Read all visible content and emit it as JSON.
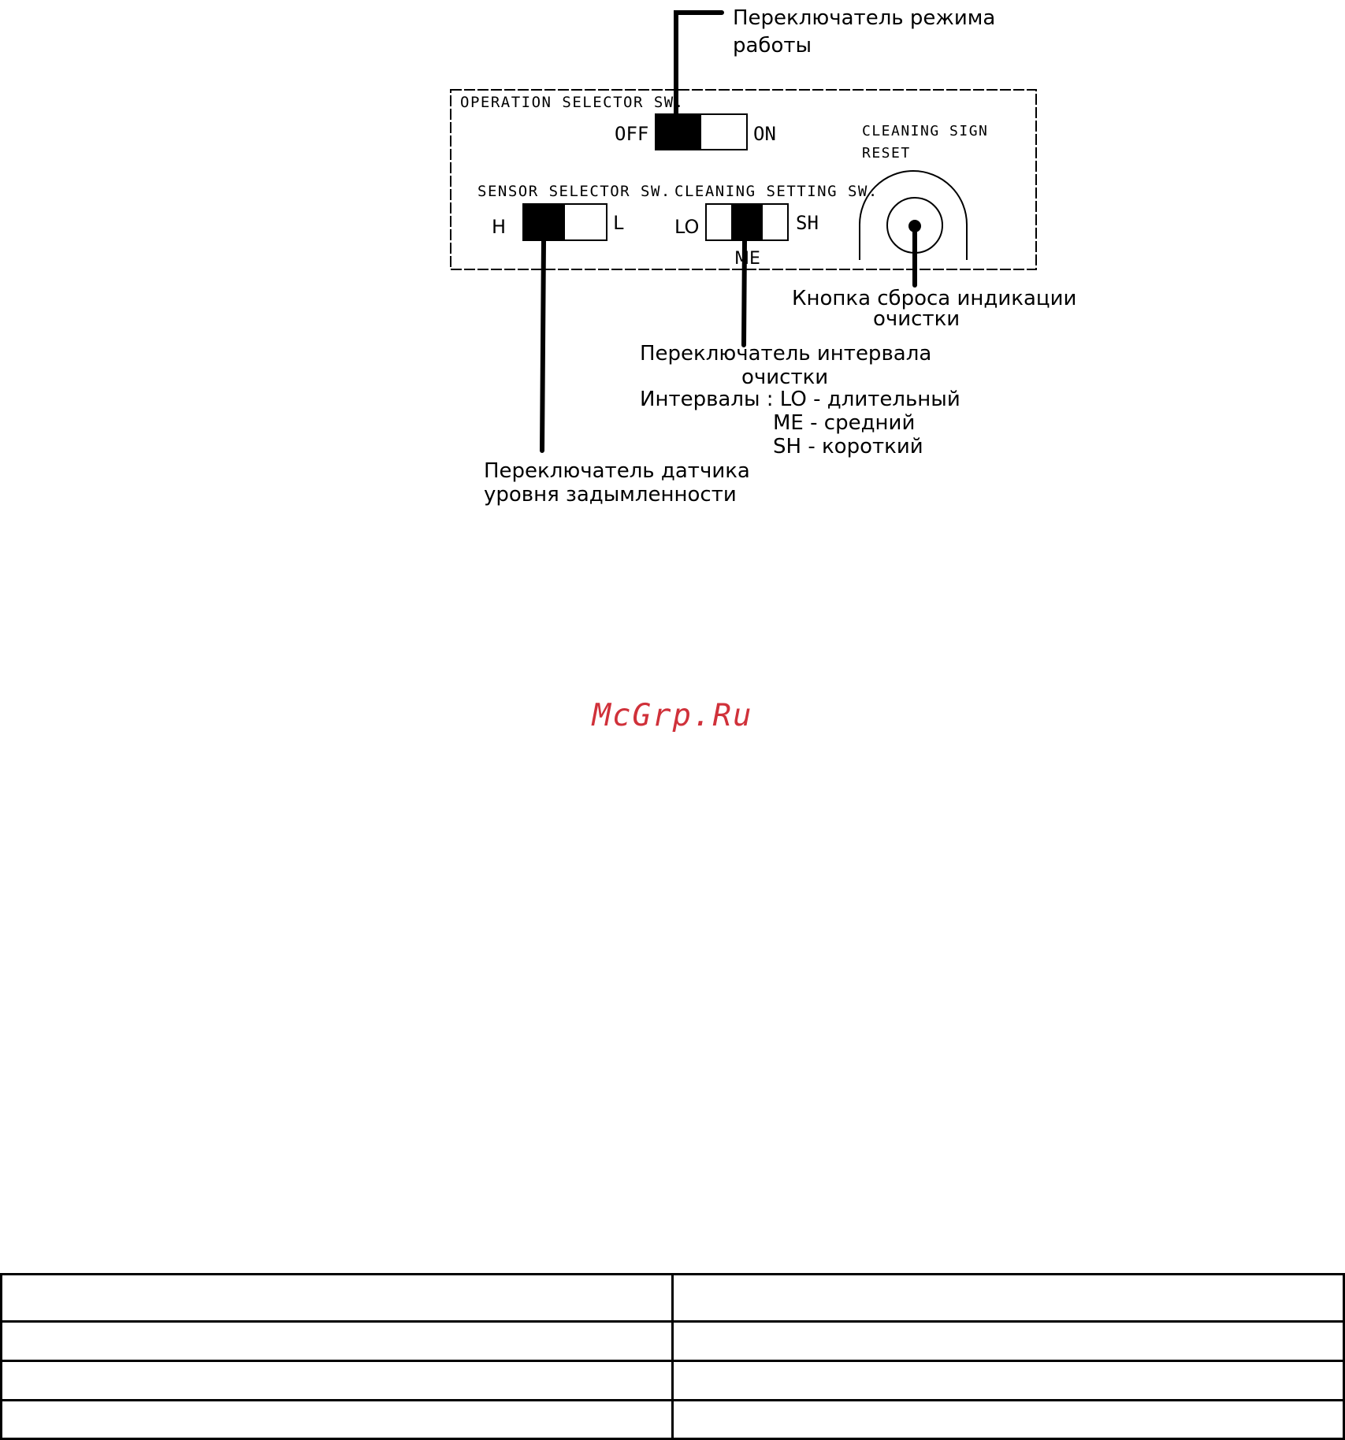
{
  "panel": {
    "operation_label": "OPERATION SELECTOR SW.",
    "off": "OFF",
    "on": "ON",
    "cleaning_sign_line1": "CLEANING SIGN",
    "cleaning_sign_line2": "RESET",
    "sensor_label": "SENSOR SELECTOR SW.",
    "sensor_h": "H",
    "sensor_l": "L",
    "cleaning_setting_label": "CLEANING SETTING SW.",
    "cleaning_lo": "LO",
    "cleaning_sh": "SH",
    "cleaning_me": "ME"
  },
  "annotations": {
    "mode_switch_line1": "Переключатель режима",
    "mode_switch_line2": "работы",
    "reset_button_line1": "Кнопка сброса индикации",
    "reset_button_line2": "очистки",
    "interval_switch_line1": "Переключатель интервала",
    "interval_switch_line2": "очистки",
    "intervals_line1": "Интервалы : LO - длительный",
    "intervals_line2": "ME - средний",
    "intervals_line3": "SH - короткий",
    "sensor_switch_line1": "Переключатель датчика",
    "sensor_switch_line2": "уровня задымленности"
  },
  "watermark": {
    "text": "McGrp.Ru",
    "color": "#d0313a"
  },
  "table": {
    "rows": [
      [
        "",
        ""
      ],
      [
        "",
        ""
      ],
      [
        "",
        ""
      ],
      [
        "",
        ""
      ]
    ]
  }
}
